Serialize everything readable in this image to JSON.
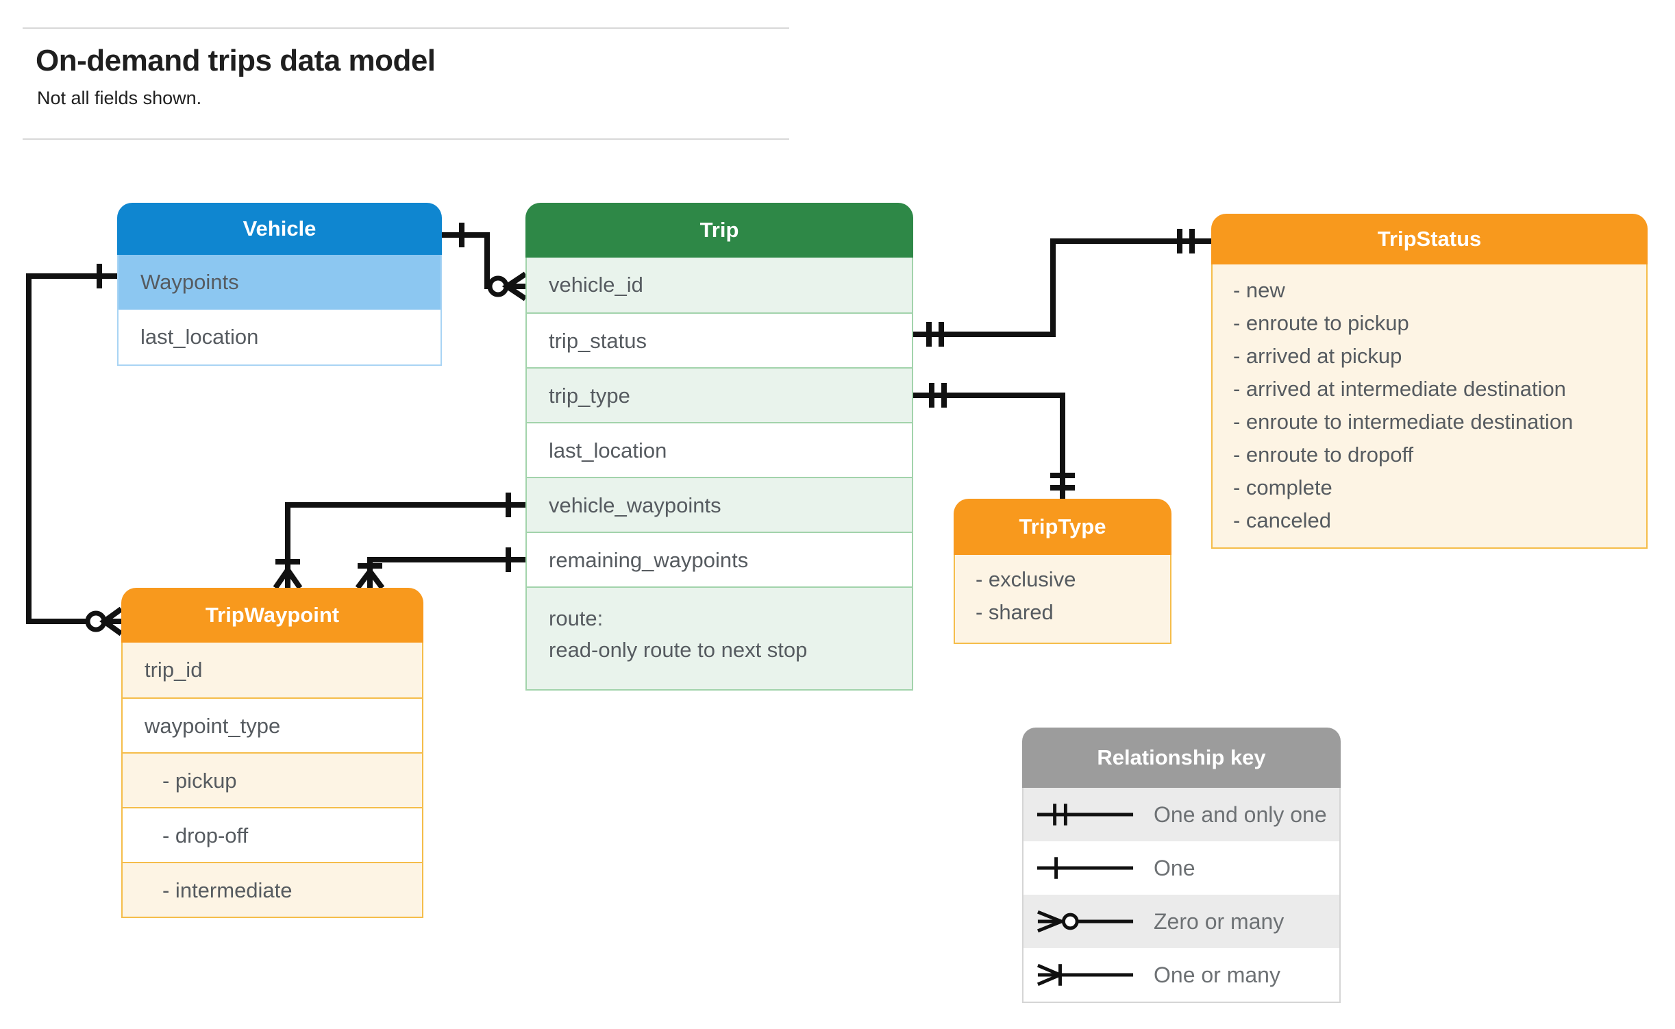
{
  "page": {
    "title": "On-demand trips data model",
    "subtitle": "Not all fields shown."
  },
  "entities": {
    "vehicle": {
      "title": "Vehicle",
      "fields": [
        "Waypoints",
        "last_location"
      ]
    },
    "trip": {
      "title": "Trip",
      "fields": [
        "vehicle_id",
        "trip_status",
        "trip_type",
        "last_location",
        "vehicle_waypoints",
        "remaining_waypoints"
      ],
      "route_field": {
        "line1": "route:",
        "line2": "read-only route to next stop"
      }
    },
    "trip_status": {
      "title": "TripStatus",
      "values": [
        "- new",
        "- enroute to pickup",
        "- arrived at pickup",
        "- arrived at intermediate destination",
        "- enroute to intermediate destination",
        "- enroute to dropoff",
        "- complete",
        "- canceled"
      ]
    },
    "trip_type": {
      "title": "TripType",
      "values": [
        "- exclusive",
        "- shared"
      ]
    },
    "trip_waypoint": {
      "title": "TripWaypoint",
      "fields": [
        "trip_id",
        "waypoint_type",
        "- pickup",
        "- drop-off",
        "- intermediate"
      ]
    }
  },
  "relationships": [
    {
      "from": "Vehicle",
      "to": "Trip.vehicle_id",
      "from_cardinality": "one",
      "to_cardinality": "zero-or-many"
    },
    {
      "from": "Vehicle.Waypoints",
      "to": "TripWaypoint",
      "from_cardinality": "one",
      "to_cardinality": "zero-or-many"
    },
    {
      "from": "Trip.trip_status",
      "to": "TripStatus",
      "from_cardinality": "one-and-only-one",
      "to_cardinality": "one-and-only-one"
    },
    {
      "from": "Trip.trip_type",
      "to": "TripType",
      "from_cardinality": "one-and-only-one",
      "to_cardinality": "one-and-only-one"
    },
    {
      "from": "Trip.vehicle_waypoints",
      "to": "TripWaypoint",
      "from_cardinality": "one",
      "to_cardinality": "one-or-many"
    },
    {
      "from": "Trip.remaining_waypoints",
      "to": "TripWaypoint",
      "from_cardinality": "one",
      "to_cardinality": "one-or-many"
    }
  ],
  "legend": {
    "title": "Relationship key",
    "items": [
      {
        "symbol": "one-and-only-one",
        "label": "One and only one"
      },
      {
        "symbol": "one",
        "label": "One"
      },
      {
        "symbol": "zero-or-many",
        "label": "Zero or many"
      },
      {
        "symbol": "one-or-many",
        "label": "One or many"
      }
    ]
  },
  "colors": {
    "vehicle_header": "#0f86d0",
    "vehicle_highlight_row": "#8cc7f1",
    "vehicle_border": "#a9d4f4",
    "trip_header": "#2e8847",
    "trip_row_tint": "#e9f3ec",
    "trip_border": "#a2d3ab",
    "enum_header": "#f8991d",
    "enum_row_tint": "#fdf4e4",
    "enum_border": "#f5bd4a",
    "legend_header": "#9c9c9c",
    "legend_row_tint": "#ebebeb",
    "connector": "#111111",
    "field_text": "#565b60",
    "title_text": "#1f1f1f"
  }
}
